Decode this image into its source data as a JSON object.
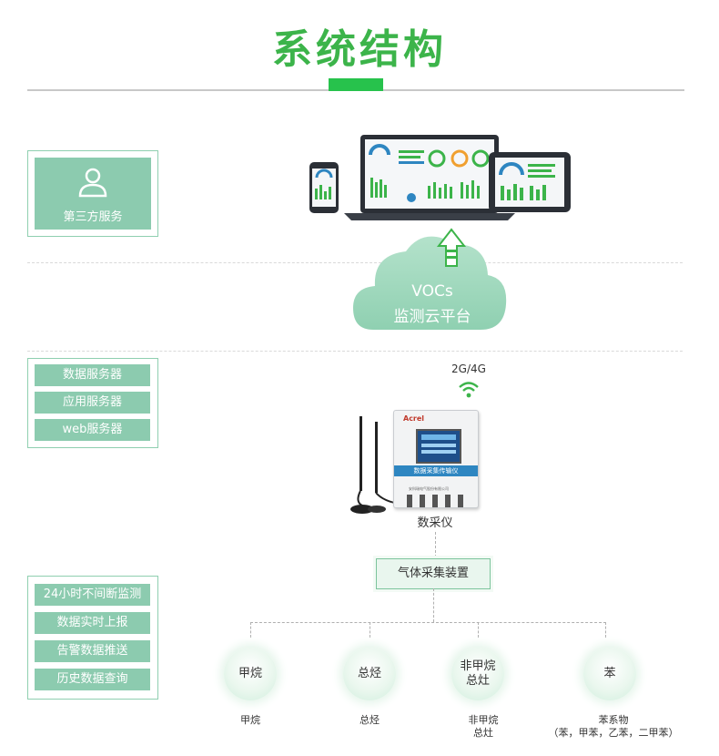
{
  "page": {
    "title": "系统结构"
  },
  "left_panels": {
    "third_party": {
      "label": "第三方服务"
    },
    "servers": [
      "数据服务器",
      "应用服务器",
      "web服务器"
    ],
    "features": [
      "24小时不间断监测",
      "数据实时上报",
      "告警数据推送",
      "历史数据查询"
    ]
  },
  "cloud": {
    "line1": "VOCs",
    "line2": "监测云平台"
  },
  "network": {
    "label": "2G/4G"
  },
  "device": {
    "brand": "Acrel",
    "screen_label": "数据采集传输仪",
    "maker_text": "安科瑞电气股份有限公司",
    "caption": "数采仪"
  },
  "gas_box": {
    "label": "气体采集装置"
  },
  "sensors": [
    {
      "circle_line1": "甲烷",
      "circle_line2": "",
      "caption_line1": "甲烷",
      "caption_line2": ""
    },
    {
      "circle_line1": "总烃",
      "circle_line2": "",
      "caption_line1": "总烃",
      "caption_line2": ""
    },
    {
      "circle_line1": "非甲烷",
      "circle_line2": "总灶",
      "caption_line1": "非甲烷",
      "caption_line2": "总灶"
    },
    {
      "circle_line1": "苯",
      "circle_line2": "",
      "caption_line1": "苯系物",
      "caption_line2": "（苯，甲苯，乙苯，二甲苯）"
    }
  ],
  "colors": {
    "title_green": "#3cb44a",
    "panel_green": "#8ccbaf",
    "accent_bar": "#27c24c",
    "cloud_green": "#9fd8bd"
  },
  "icons": [
    "user-icon",
    "up-arrow-icon",
    "wifi-icon",
    "antenna-icon"
  ]
}
